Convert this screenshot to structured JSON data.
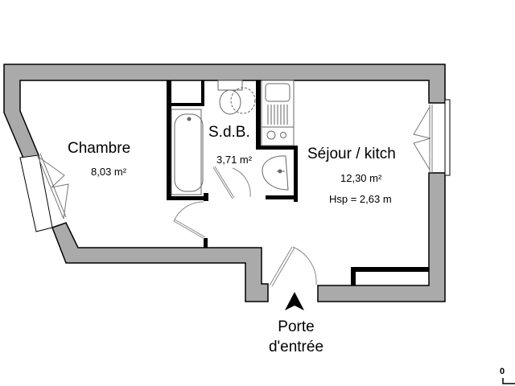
{
  "floor_plan": {
    "colors": {
      "wall_fill": "#aaaaaa",
      "wall_stroke": "#000000",
      "partition": "#000000",
      "fixture_stroke": "#666666",
      "background": "#ffffff"
    },
    "rooms": [
      {
        "name": "Chambre",
        "area": "8,03 m²"
      },
      {
        "name": "S.d.B.",
        "area": "3,71 m²"
      },
      {
        "name": "Séjour / kitch",
        "area": "12,30 m²",
        "ceiling_height": "Hsp = 2,63 m"
      }
    ],
    "entrance": {
      "line1": "Porte",
      "line2": "d'entrée",
      "icon": "north-arrow-icon"
    },
    "scale_label": "0",
    "fixtures": [
      "bathtub",
      "toilet",
      "washbasin",
      "sink",
      "hob",
      "windows",
      "doors"
    ]
  }
}
